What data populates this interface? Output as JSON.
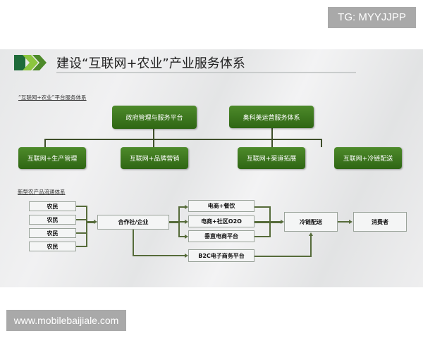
{
  "watermarks": {
    "top_right": "TG: MYYJJPP",
    "bottom_left": "www.mobilebaijiale.com"
  },
  "slide": {
    "title": "建设“互联网+农业”产业服务体系",
    "section1": {
      "label": "“互联网+农业”平台服务体系",
      "top_nodes": [
        "政府管理与服务平台",
        "奥科美运营服务体系"
      ],
      "bottom_nodes": [
        "互联网+生产管理",
        "互联网+品牌营销",
        "互联网+渠道拓展",
        "互联网+冷链配送"
      ]
    },
    "section2": {
      "label": "新型农产品流通体系",
      "farmers": [
        "农民",
        "农民",
        "农民",
        "农民"
      ],
      "cooperative": "合作社/企业",
      "channels": [
        "电商+餐饮",
        "电商+社区O2O",
        "垂直电商平台"
      ],
      "b2c": "B2C电子商务平台",
      "cold_chain": "冷链配送",
      "consumer": "消费者"
    },
    "colors": {
      "green_dark": "#2f6614",
      "green_light": "#4d8a2a",
      "connector": "#566b3a",
      "arrow_light": "#8cc63f"
    }
  }
}
